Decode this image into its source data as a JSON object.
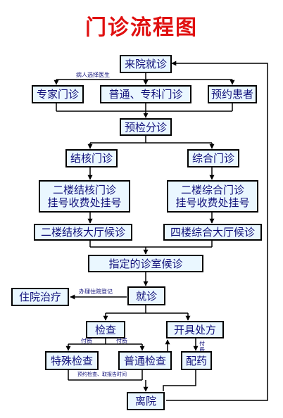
{
  "title": "门诊流程图",
  "nodes": {
    "arrival": "来院就诊",
    "expert": "专家门诊",
    "general": "普通、专科门诊",
    "appointment": "预约患者",
    "triage": "预检分诊",
    "tb_clinic": "结核门诊",
    "comprehensive_clinic": "综合门诊",
    "tb_registration": "二楼结核门诊\n挂号收费处挂号",
    "comprehensive_registration": "二楼综合门诊\n挂号收费处挂号",
    "tb_waiting": "二楼结核大厅候诊",
    "comprehensive_waiting": "四楼综合大厅候诊",
    "assigned_waiting": "指定的诊室候诊",
    "hospitalization": "住院治疗",
    "consultation": "就诊",
    "examination": "检查",
    "prescription": "开具处方",
    "special_exam": "特殊检查",
    "regular_exam": "普通检查",
    "dispense": "配药",
    "departure": "离院"
  },
  "notes": {
    "choose_doctor": "病人选择医生",
    "admission_registration": "办理住院登记",
    "pay_left": "付费",
    "pay_right": "付费",
    "pay_dispense": "付费",
    "appointment_exam": "预约检查、取报告时间"
  },
  "colors": {
    "title": "#e01010",
    "box_fill": "#eaf7ff",
    "text": "#10107a",
    "line": "#000000"
  }
}
